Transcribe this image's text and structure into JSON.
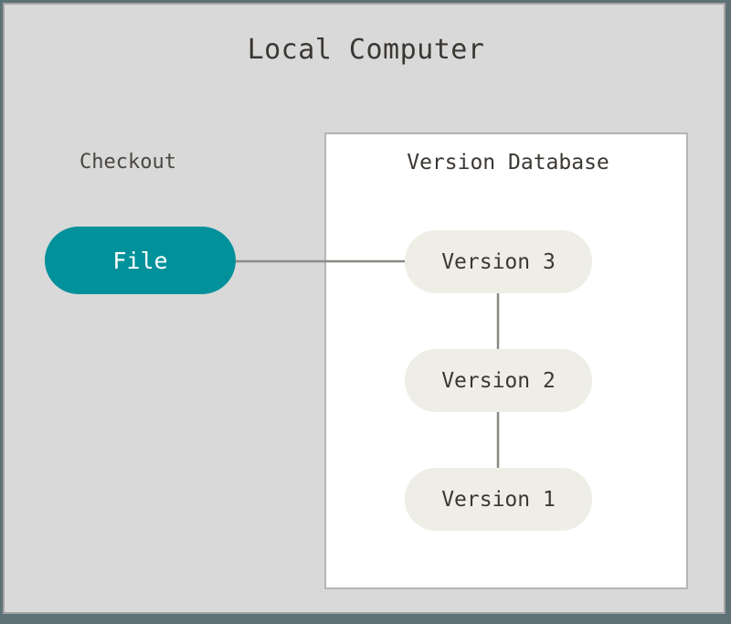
{
  "diagram": {
    "title": "Local Computer",
    "background_color": "#d9d9d9",
    "border_color": "#a3a3a3",
    "page_background_color": "#5d7276",
    "checkout_label": "Checkout",
    "version_database": {
      "title": "Version Database",
      "background_color": "#ffffff",
      "border_color": "#b5b5b5",
      "versions": [
        {
          "label": "Version 3",
          "fill": "#eeeee6",
          "text_color": "#3b3733"
        },
        {
          "label": "Version 2",
          "fill": "#eeeee6",
          "text_color": "#3b3733"
        },
        {
          "label": "Version 1",
          "fill": "#eeeee6",
          "text_color": "#3b3733"
        }
      ]
    },
    "file_node": {
      "label": "File",
      "fill": "#00919b",
      "text_color": "#ffffff"
    },
    "connector_color": "#8a8a85"
  }
}
